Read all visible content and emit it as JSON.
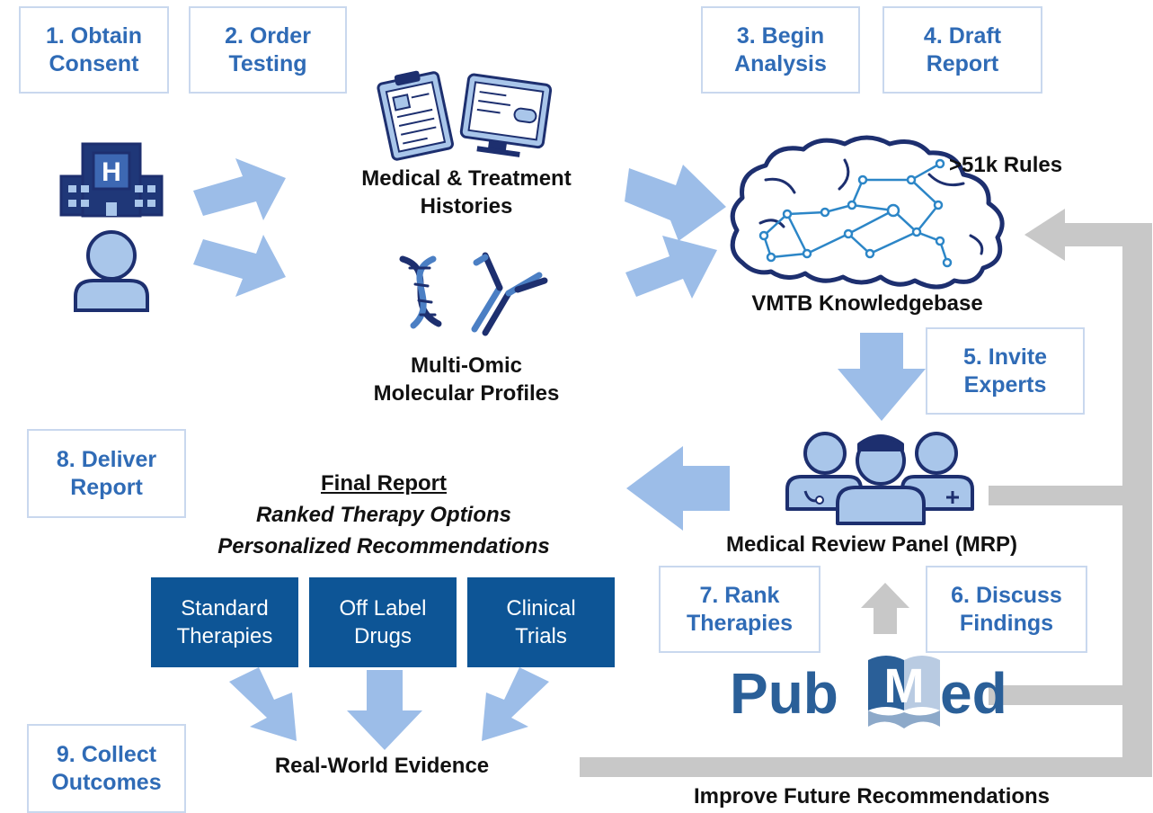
{
  "steps": {
    "s1": [
      "1. Obtain",
      "Consent"
    ],
    "s2": [
      "2. Order",
      "Testing"
    ],
    "s3": [
      "3. Begin",
      "Analysis"
    ],
    "s4": [
      "4. Draft",
      "Report"
    ],
    "s5": [
      "5. Invite",
      "Experts"
    ],
    "s6": [
      "6. Discuss",
      "Findings"
    ],
    "s7": [
      "7. Rank",
      "Therapies"
    ],
    "s8": [
      "8. Deliver",
      "Report"
    ],
    "s9": [
      "9. Collect",
      "Outcomes"
    ]
  },
  "labels": {
    "histories": [
      "Medical & Treatment",
      "Histories"
    ],
    "profiles": [
      "Multi-Omic",
      "Molecular Profiles"
    ],
    "rules": ">51k Rules",
    "kb": "VMTB Knowledgebase",
    "mrp": "Medical Review Panel (MRP)",
    "final_report": "Final Report",
    "ranked": "Ranked Therapy Options",
    "personalized": "Personalized Recommendations",
    "rwe": "Real-World Evidence",
    "improve": "Improve Future Recommendations",
    "pubmed_left": "Pub",
    "pubmed_right": "ed"
  },
  "categories": [
    [
      "Standard",
      "Therapies"
    ],
    [
      "Off Label",
      "Drugs"
    ],
    [
      "Clinical",
      "Trials"
    ]
  ],
  "colors": {
    "step_text": "#2f6bb6",
    "step_border": "#c9d8ee",
    "arrow": "#9cbde8",
    "icon_fill": "#a9c6ea",
    "icon_stroke": "#1d2f6f",
    "category_bg": "#0d5596",
    "feedback": "#c8c8c8",
    "pubmed_blue": "#2a5f98"
  },
  "icons": [
    "hospital-icon",
    "patient-icon",
    "clipboard-icon",
    "monitor-icon",
    "dna-icon",
    "antibody-icon",
    "brain-network-icon",
    "medical-team-icon",
    "pubmed-logo"
  ]
}
